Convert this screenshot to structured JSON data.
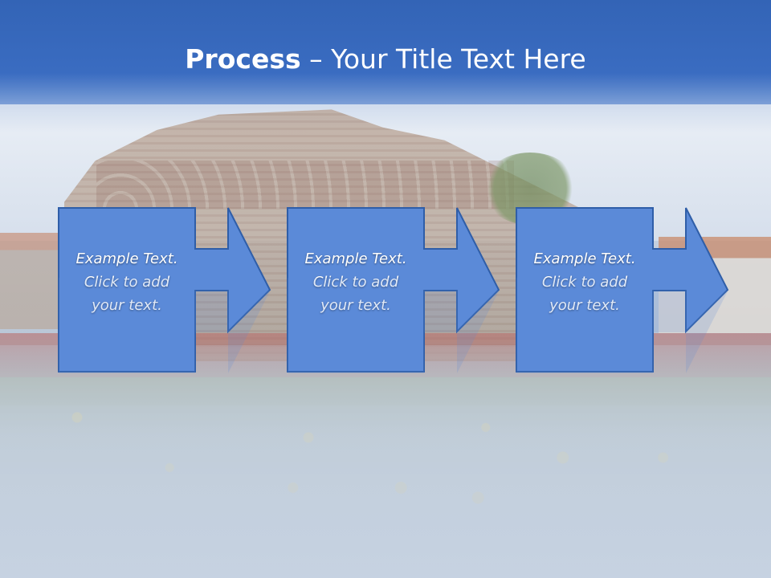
{
  "slide": {
    "title_bold": "Process",
    "title_rest": " – Your Title Text Here",
    "accent_color": "#3a6cc1",
    "box_color": "#5b8ad8",
    "steps": [
      {
        "line1": "Example Text.",
        "line2": "Click  to add",
        "line3": "your text."
      },
      {
        "line1": "Example Text.",
        "line2": "Click  to add",
        "line3": "your text."
      },
      {
        "line1": "Example Text.",
        "line2": "Click  to add",
        "line3": "your text."
      }
    ]
  }
}
